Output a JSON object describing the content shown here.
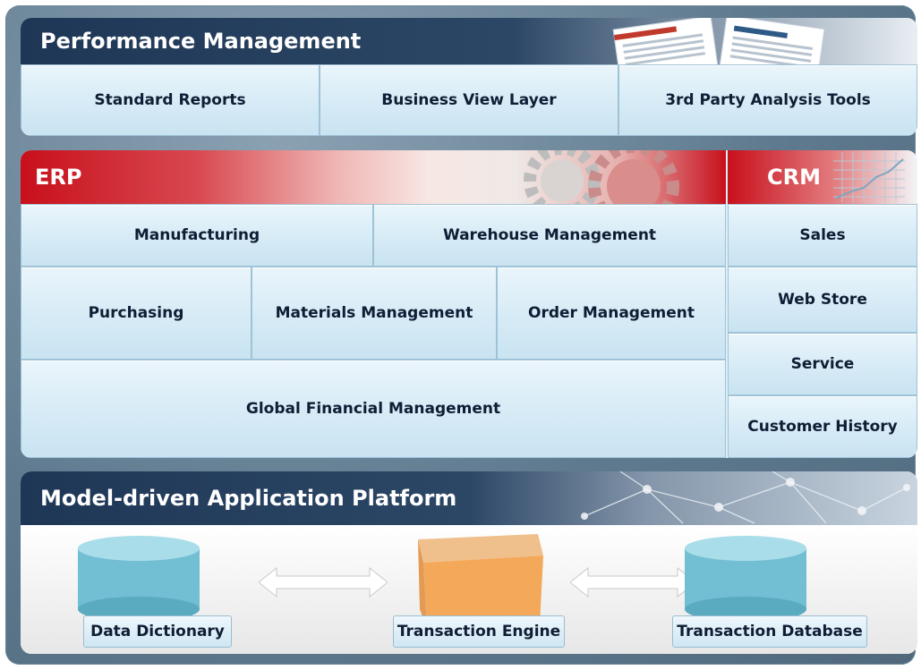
{
  "performance": {
    "title": "Performance Management",
    "items": [
      "Standard Reports",
      "Business View Layer",
      "3rd Party Analysis Tools"
    ]
  },
  "erp": {
    "title": "ERP",
    "manufacturing": "Manufacturing",
    "warehouse": "Warehouse Management",
    "purchasing": "Purchasing",
    "materials": "Materials Management",
    "order": "Order Management",
    "financial": "Global Financial Management"
  },
  "crm": {
    "title": "CRM",
    "items": [
      "Sales",
      "Web Store",
      "Service",
      "Customer History"
    ]
  },
  "platform": {
    "title": "Model-driven Application Platform",
    "data_dictionary": "Data Dictionary",
    "transaction_engine": "Transaction Engine",
    "transaction_database": "Transaction Database"
  },
  "colors": {
    "navy_band": "#213a57",
    "erp_red": "#c8101c",
    "cell_blue": "#d6ebf6",
    "outer_frame": "#5f7a8f",
    "cylinder": "#79c3d6",
    "box_orange": "#f3a85b"
  }
}
